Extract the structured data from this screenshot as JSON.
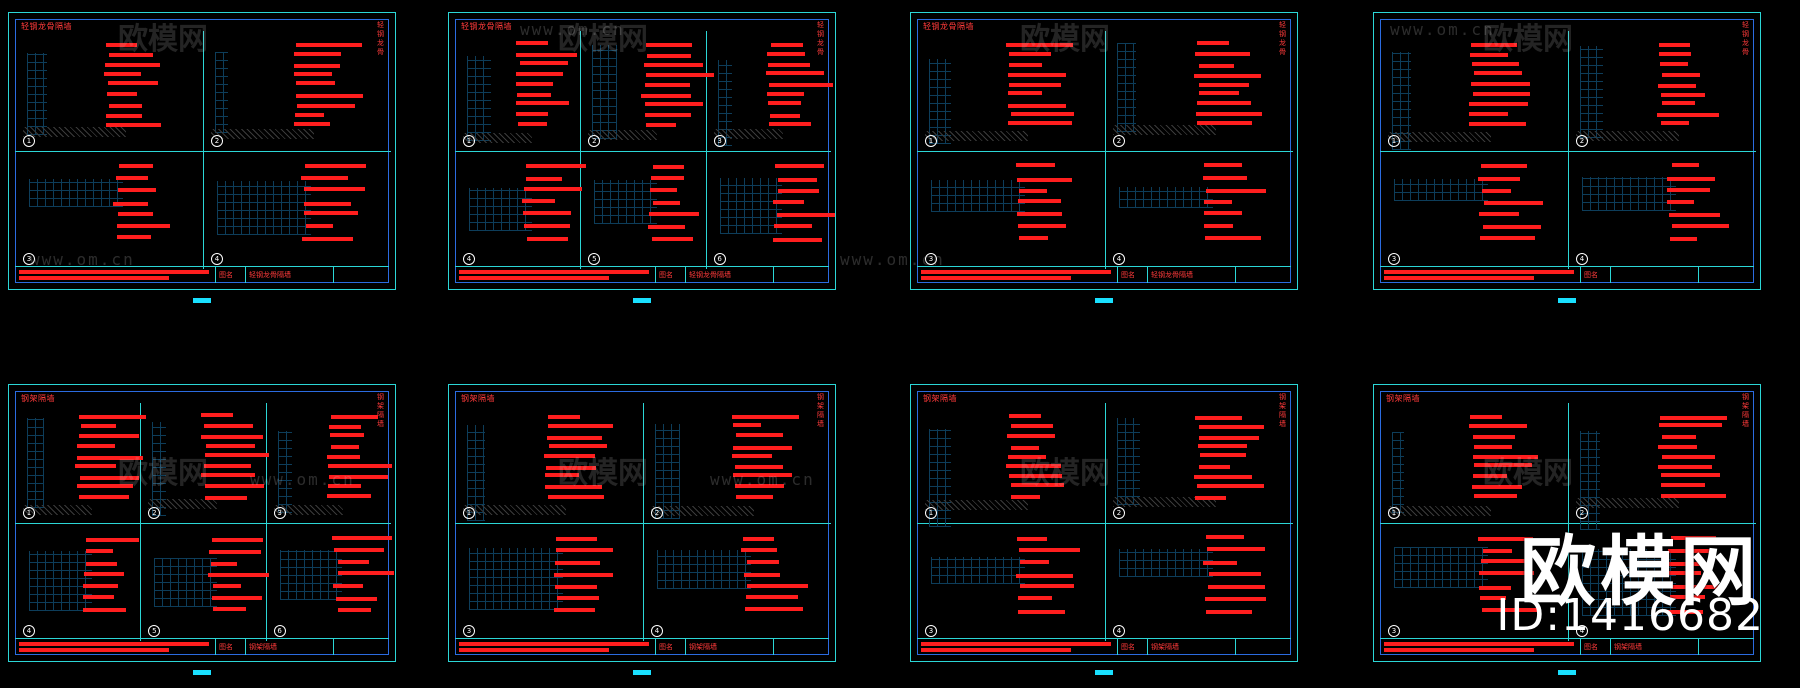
{
  "watermark": {
    "brand": "欧模网",
    "id_label": "ID:1416682",
    "url_fragment": "www.om.cn"
  },
  "sheets": [
    {
      "title": "轻钢龙骨隔墙",
      "side": "轻钢龙骨",
      "foot_label": "图名",
      "foot_name": "轻钢龙骨隔墙"
    },
    {
      "title": "轻钢龙骨隔墙",
      "side": "轻钢龙骨",
      "foot_label": "图名",
      "foot_name": "轻钢龙骨隔墙"
    },
    {
      "title": "轻钢龙骨隔墙",
      "side": "轻钢龙骨",
      "foot_label": "图名",
      "foot_name": "轻钢龙骨隔墙"
    },
    {
      "title": "",
      "side": "轻钢龙骨",
      "foot_label": "图名",
      "foot_name": ""
    },
    {
      "title": "钢架隔墙",
      "side": "钢架隔墙",
      "foot_label": "图名",
      "foot_name": "钢架隔墙"
    },
    {
      "title": "钢架隔墙",
      "side": "钢架隔墙",
      "foot_label": "图名",
      "foot_name": "钢架隔墙"
    },
    {
      "title": "钢架隔墙",
      "side": "钢架隔墙",
      "foot_label": "图名",
      "foot_name": "钢架隔墙"
    },
    {
      "title": "钢架隔墙",
      "side": "钢架隔墙",
      "foot_label": "图名",
      "foot_name": "钢架隔墙"
    }
  ],
  "colors": {
    "frame": "#2bd6d6",
    "annotation": "#ff1e1e",
    "background": "#000000"
  }
}
